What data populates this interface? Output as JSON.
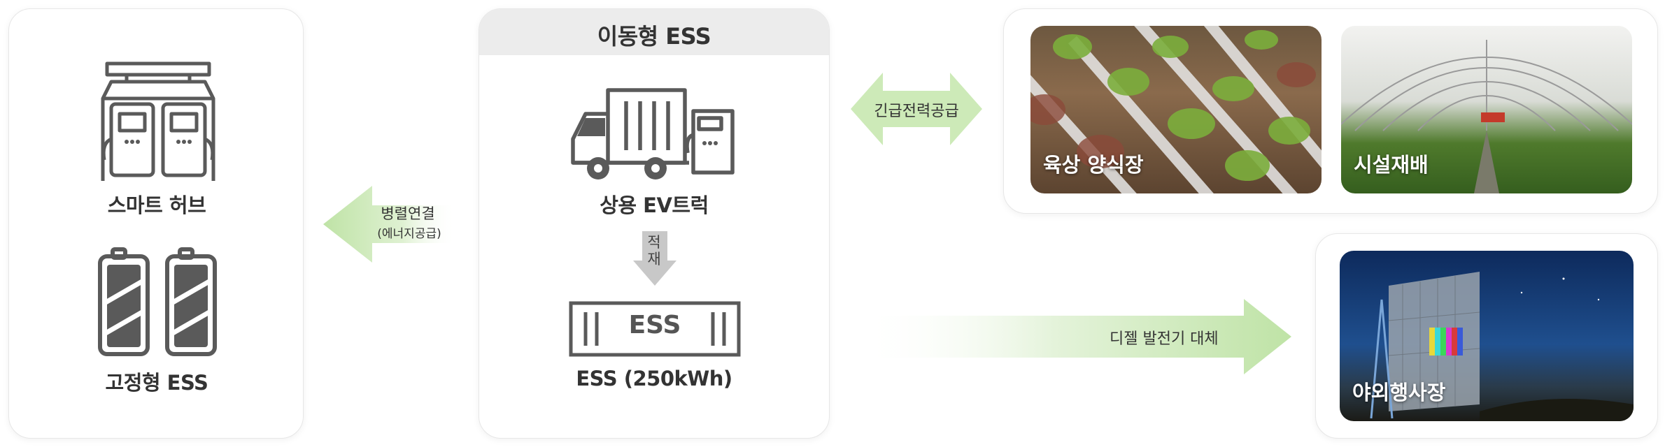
{
  "left_panel": {
    "smart_hub_label": "스마트 허브",
    "fixed_ess_label": "고정형 ESS"
  },
  "arrow_parallel": {
    "label": "병렬연결",
    "sub_label": "(에너지공급)"
  },
  "center_panel": {
    "title": "이동형 ESS",
    "truck_label": "상용 EV트럭",
    "load_arrow_text": "적재",
    "ess_box_text": "ESS",
    "ess_label": "ESS (250kWh)"
  },
  "arrow_emergency": {
    "label": "긴급전력공급"
  },
  "arrow_diesel": {
    "label": "디젤 발전기 대체"
  },
  "photos": {
    "land_farm": "육상 양식장",
    "greenhouse": "시설재배",
    "outdoor_event": "야외행사장"
  },
  "colors": {
    "arrow_green": "#cdeab8",
    "icon_gray": "#5a5a5a",
    "header_gray": "#ececec"
  }
}
